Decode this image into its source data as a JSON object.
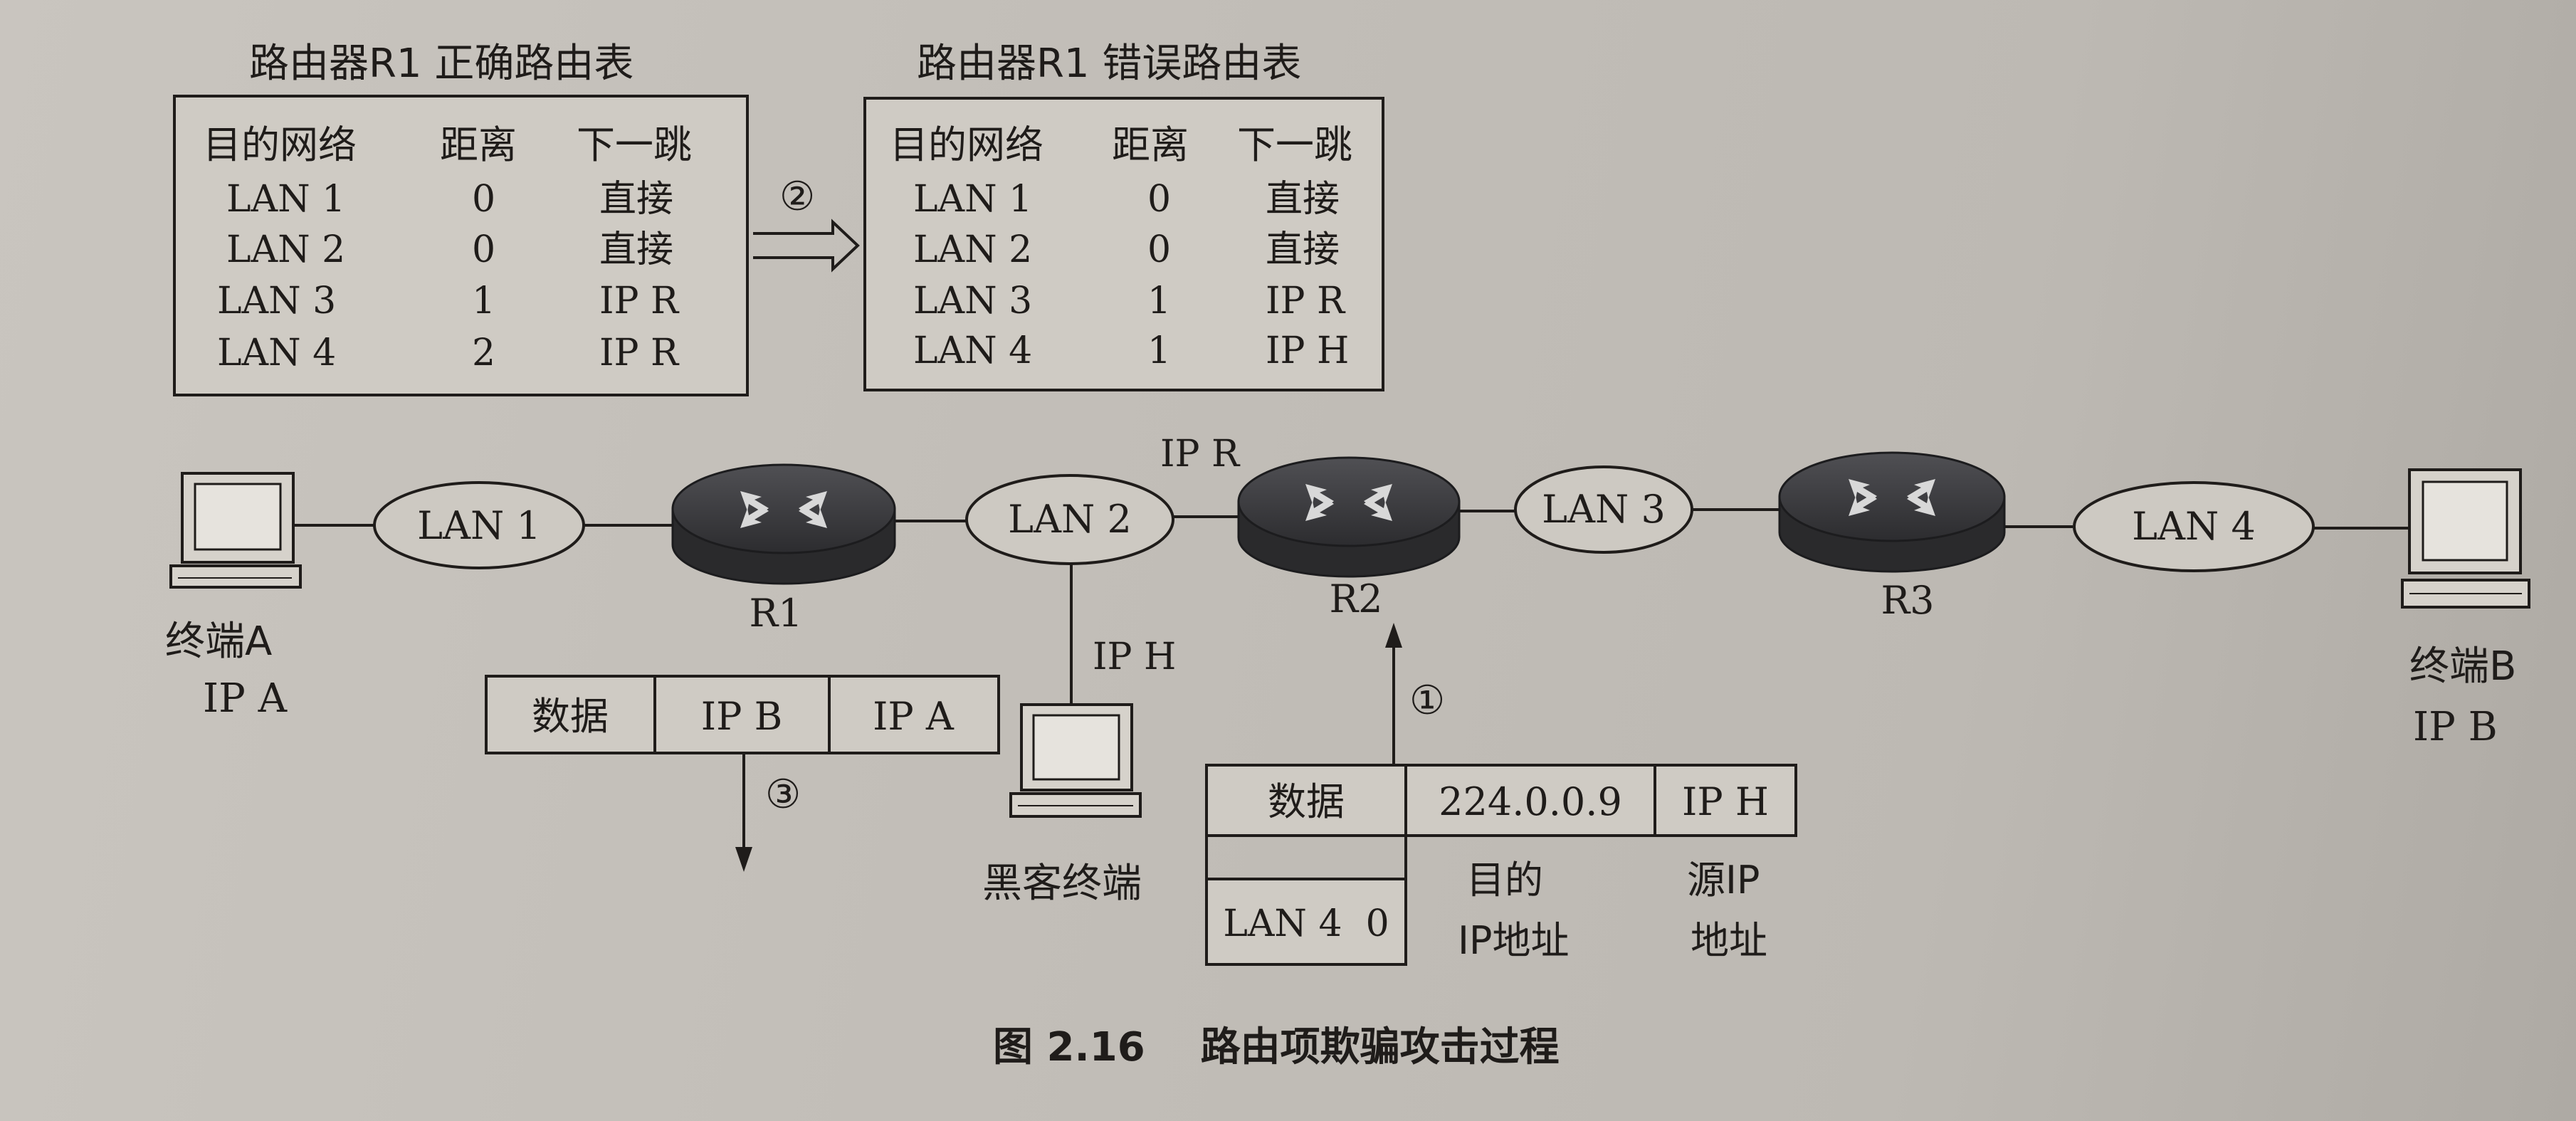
{
  "correct_table": {
    "title": "路由器R1  正确路由表",
    "headers": [
      "目的网络",
      "距离",
      "下一跳"
    ],
    "rows": [
      [
        "LAN 1",
        "0",
        "直接"
      ],
      [
        "LAN 2",
        "0",
        "直接"
      ],
      [
        "LAN 3",
        "1",
        "IP R"
      ],
      [
        "LAN 4",
        "2",
        "IP R"
      ]
    ]
  },
  "wrong_table": {
    "title": "路由器R1  错误路由表",
    "headers": [
      "目的网络",
      "距离",
      "下一跳"
    ],
    "rows": [
      [
        "LAN 1",
        "0",
        "直接"
      ],
      [
        "LAN 2",
        "0",
        "直接"
      ],
      [
        "LAN 3",
        "1",
        "IP R"
      ],
      [
        "LAN 4",
        "1",
        "IP H"
      ]
    ]
  },
  "step_labels": {
    "s1": "①",
    "s2": "②",
    "s3": "③"
  },
  "networks": {
    "lan1": "LAN 1",
    "lan2": "LAN 2",
    "lan3": "LAN 3",
    "lan4": "LAN 4"
  },
  "routers": {
    "r1": "R1",
    "r2": "R2",
    "r3": "R3"
  },
  "ip_r_label": "IP R",
  "ip_h_label": "IP H",
  "terminal_a": {
    "name": "终端A",
    "ip": "IP A"
  },
  "terminal_b": {
    "name": "终端B",
    "ip": "IP B"
  },
  "hacker": {
    "name": "黑客终端"
  },
  "packet_to_b": {
    "data": "数据",
    "dst": "IP B",
    "src": "IP A"
  },
  "spoof_packet": {
    "data": "数据",
    "dst": "224.0.0.9",
    "src": "IP H",
    "route_entry": "LAN 4  0",
    "dst_label_1": "目的",
    "dst_label_2": "IP地址",
    "src_label_1": "源IP",
    "src_label_2": "地址"
  },
  "caption": "图 2.16    路由项欺骗攻击过程"
}
